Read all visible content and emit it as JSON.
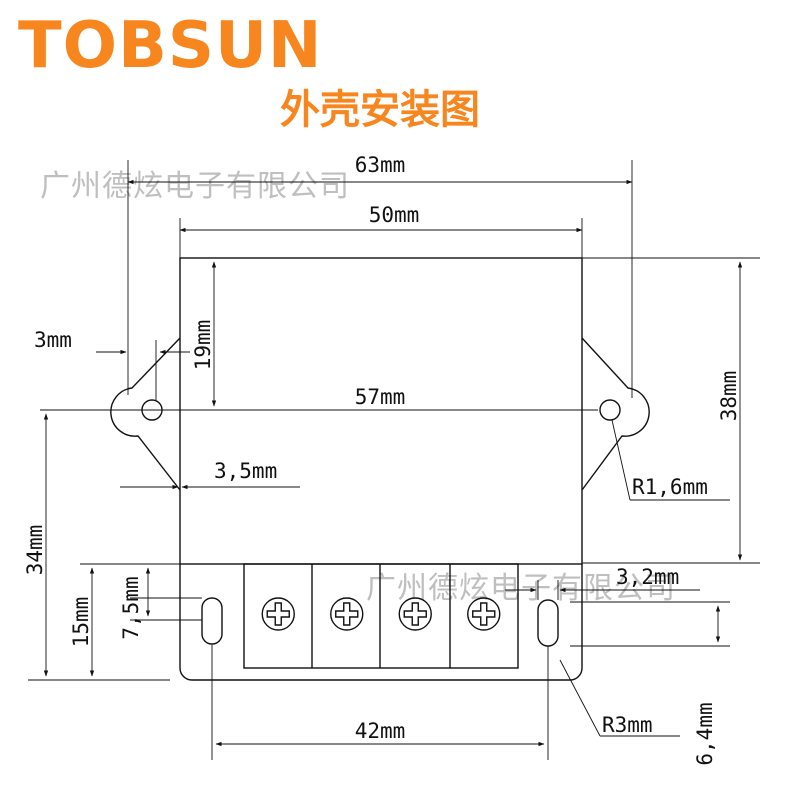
{
  "brand": {
    "name": "TOBSUN",
    "color": "#F7861E"
  },
  "title": {
    "text": "外壳安装图",
    "color": "#F7861E"
  },
  "watermark": "广州德炫电子有限公司",
  "dimensions": {
    "overall_width": "63mm",
    "body_width": "50mm",
    "upper_height": "19mm",
    "flange_offset": "3mm",
    "hole_spacing": "57mm",
    "total_height": "38mm",
    "hole_inset": "3,5mm",
    "hole_radius": "R1,6mm",
    "hole_height": "34mm",
    "terminal_height": "15mm",
    "slot_height": "7,5mm",
    "slot_width": "3,2mm",
    "slot_spacing": "42mm",
    "corner_radius": "R3mm",
    "slot_bottom": "6,4mm"
  },
  "terminal_count": 4
}
